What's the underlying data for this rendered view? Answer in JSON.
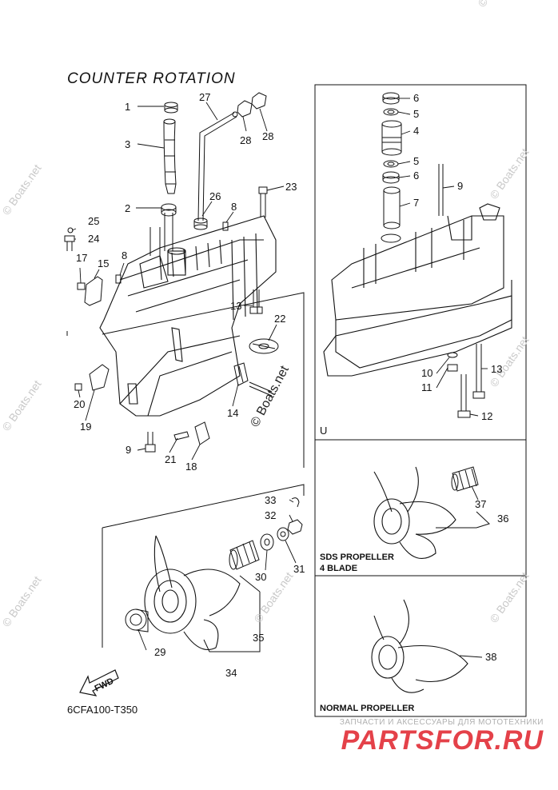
{
  "title": "COUNTER  ROTATION",
  "diagram_code": "6CFA100-T350",
  "watermark": "© Boats.net",
  "box_labels": {
    "u_box": "U",
    "sds_line1": "SDS PROPELLER",
    "sds_line2": "4 BLADE",
    "normal": "NORMAL PROPELLER"
  },
  "fwd_label": "FWD",
  "brand": {
    "subtitle": "ЗАПЧАСТИ И АКСЕССУАРЫ ДЛЯ МОТОТЕХНИКИ",
    "name": "PARTSFOR.RU"
  },
  "callouts": {
    "c1": "1",
    "c2": "2",
    "c3": "3",
    "c8a": "8",
    "c8b": "8",
    "c9a": "9",
    "c13a": "13",
    "c14": "14",
    "c15": "15",
    "c17": "17",
    "c18": "18",
    "c19": "19",
    "c20": "20",
    "c21": "21",
    "c22": "22",
    "c23": "23",
    "c24": "24",
    "c25": "25",
    "c26": "26",
    "c27": "27",
    "c28a": "28",
    "c28b": "28",
    "c29": "29",
    "c30": "30",
    "c31": "31",
    "c32": "32",
    "c33": "33",
    "c34": "34",
    "c35": "35",
    "u6a": "6",
    "u5a": "5",
    "u4": "4",
    "u5b": "5",
    "u6b": "6",
    "u7": "7",
    "u9": "9",
    "u10": "10",
    "u11": "11",
    "u12": "12",
    "u13": "13",
    "c36": "36",
    "c37": "37",
    "c38": "38"
  }
}
